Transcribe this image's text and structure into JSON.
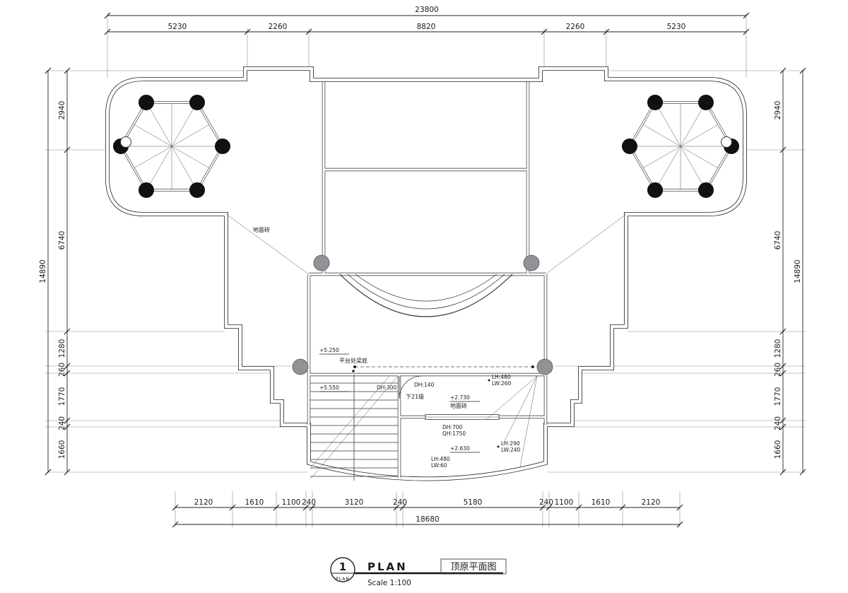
{
  "dims": {
    "top": {
      "total": "23800",
      "segments": [
        "5230",
        "2260",
        "8820",
        "2260",
        "5230"
      ]
    },
    "left": {
      "total": "14890",
      "segments": [
        "2940",
        "6740",
        "1280",
        "260",
        "1770",
        "240",
        "1660"
      ]
    },
    "right": {
      "total": "14890",
      "segments": [
        "2940",
        "6740",
        "1280",
        "260",
        "1770",
        "240",
        "1660"
      ]
    },
    "bottom": {
      "total": "18680",
      "segments": [
        "2120",
        "1610",
        "1100",
        "240",
        "3120",
        "240",
        "5180",
        "240",
        "1100",
        "1610",
        "2120"
      ]
    }
  },
  "drawing": {
    "floor_tile_left": "地面砖",
    "beam_note": "平台处梁底",
    "level_5250": "+5.250",
    "level_5550": "+5.550",
    "dh_300": "DH:300",
    "dh_140": "DH:140",
    "steps_down": "下21级",
    "level_2730": "+2.730",
    "floor_tile_center": "地面砖",
    "win1_lh": "LH:480",
    "win1_lw": "LW:260",
    "door_dh": "DH:700",
    "door_qh": "QH:1750",
    "level_2630": "+2.630",
    "win2_lh": "LH:290",
    "win2_lw": "LW:240",
    "win3_lh": "LH:480",
    "win3_lw": "LW:60"
  },
  "title_block": {
    "sheet_number": "1",
    "sheet_label": "PLAN",
    "title_en": "PLAN",
    "scale": "Scale 1:100",
    "title_cn": "顶原平面图"
  }
}
